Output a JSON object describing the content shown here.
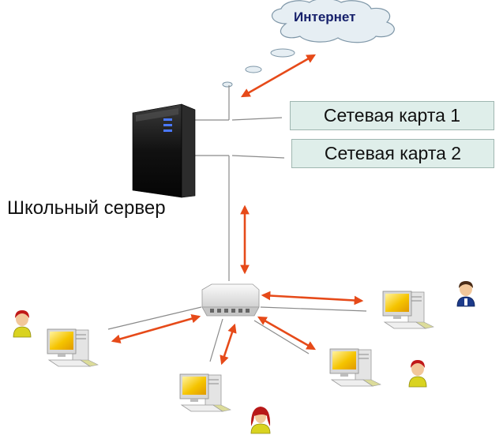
{
  "diagram": {
    "internet_label": "Интернет",
    "card1_label": "Сетевая карта 1",
    "card2_label": "Сетевая карта 2",
    "server_label": "Школьный сервер"
  },
  "colors": {
    "arrow": "#e64a19",
    "label_box_fill": "#dfeeea",
    "label_box_border": "#9fb6b0",
    "cloud_fill": "#e6eef3",
    "cloud_stroke": "#7f97a8",
    "internet_text": "#16206b",
    "line": "#8a8a8a"
  },
  "icons": {
    "cloud": "cloud-icon",
    "server": "server-tower-icon",
    "switch": "network-switch-icon",
    "workstation": "desktop-computer-icon",
    "user": "user-person-icon"
  }
}
